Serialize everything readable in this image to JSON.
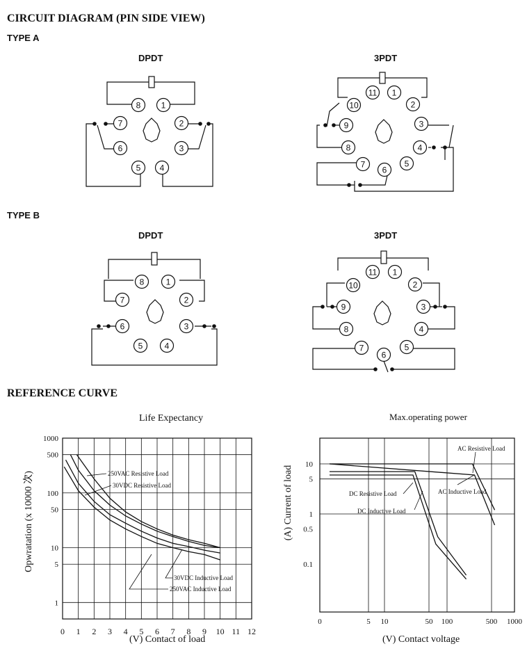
{
  "headings": {
    "circuit": "CIRCUIT DIAGRAM (PIN SIDE VIEW)",
    "type_a": "TYPE A",
    "type_b": "TYPE B",
    "reference": "REFERENCE CURVE"
  },
  "diagrams": {
    "a_dpdt": "DPDT",
    "a_3pdt": "3PDT",
    "b_dpdt": "DPDT",
    "b_3pdt": "3PDT"
  },
  "pins": {
    "dpdt": [
      "1",
      "2",
      "3",
      "4",
      "5",
      "6",
      "7",
      "8"
    ],
    "pdt3": [
      "1",
      "2",
      "3",
      "4",
      "5",
      "6",
      "7",
      "8",
      "9",
      "10",
      "11"
    ]
  },
  "chart_data": [
    {
      "type": "line",
      "title": "Life Expectancy",
      "xlabel": "(V) Contact of load",
      "ylabel": "Opwratation (x 10000 次)",
      "x_ticks": [
        "0",
        "1",
        "2",
        "3",
        "4",
        "5",
        "6",
        "7",
        "8",
        "9",
        "10",
        "11",
        "12"
      ],
      "y_ticks": [
        "1000",
        "500",
        "100",
        "50",
        "10",
        "5",
        "1"
      ],
      "y_scale": "log",
      "xlim": [
        0,
        12
      ],
      "ylim": [
        0.5,
        1000
      ],
      "series": [
        {
          "name": "250VAC Resistive Load",
          "x": [
            0.9,
            2,
            3,
            4,
            5,
            6,
            7,
            8,
            9,
            10
          ],
          "y": [
            500,
            180,
            80,
            45,
            30,
            22,
            17,
            14,
            12,
            10
          ]
        },
        {
          "name": "30VDC Resistive Load",
          "x": [
            0.5,
            1,
            2,
            3,
            4,
            5,
            6,
            7,
            8,
            9,
            10
          ],
          "y": [
            500,
            260,
            110,
            60,
            38,
            27,
            20,
            16,
            13,
            11,
            10
          ]
        },
        {
          "name": "30VDC Inductive Load",
          "x": [
            0.2,
            1,
            2,
            3,
            4,
            5,
            6,
            7,
            8,
            9,
            10
          ],
          "y": [
            400,
            150,
            70,
            40,
            28,
            20,
            15,
            12,
            10.5,
            9,
            8
          ]
        },
        {
          "name": "250VAC Inductive Load",
          "x": [
            0.1,
            1,
            2,
            3,
            4,
            5,
            6,
            7,
            8,
            9,
            10
          ],
          "y": [
            300,
            110,
            55,
            32,
            22,
            16,
            12,
            10,
            8.5,
            7.5,
            6
          ]
        }
      ]
    },
    {
      "type": "line",
      "title": "Max.operating power",
      "xlabel": "(V) Contact voltage",
      "ylabel": "(A) Current of load",
      "x_ticks": [
        "0",
        "5",
        "10",
        "50",
        "100",
        "500",
        "1000"
      ],
      "y_ticks": [
        "10",
        "5",
        "1",
        "0.5",
        "0.1"
      ],
      "x_scale": "log",
      "y_scale": "log",
      "series": [
        {
          "name": "AC Resistive Load",
          "x": [
            1,
            250,
            550
          ],
          "y": [
            10,
            10,
            1.2
          ]
        },
        {
          "name": "AC Inductive Load",
          "x": [
            1,
            270,
            550
          ],
          "y": [
            10,
            6,
            0.6
          ]
        },
        {
          "name": "DC Resistive Load",
          "x": [
            1,
            30,
            70,
            200
          ],
          "y": [
            7,
            7,
            0.35,
            0.06
          ]
        },
        {
          "name": "DC Inductive Load",
          "x": [
            1,
            28,
            65,
            200
          ],
          "y": [
            6,
            6,
            0.25,
            0.05
          ]
        }
      ]
    }
  ]
}
